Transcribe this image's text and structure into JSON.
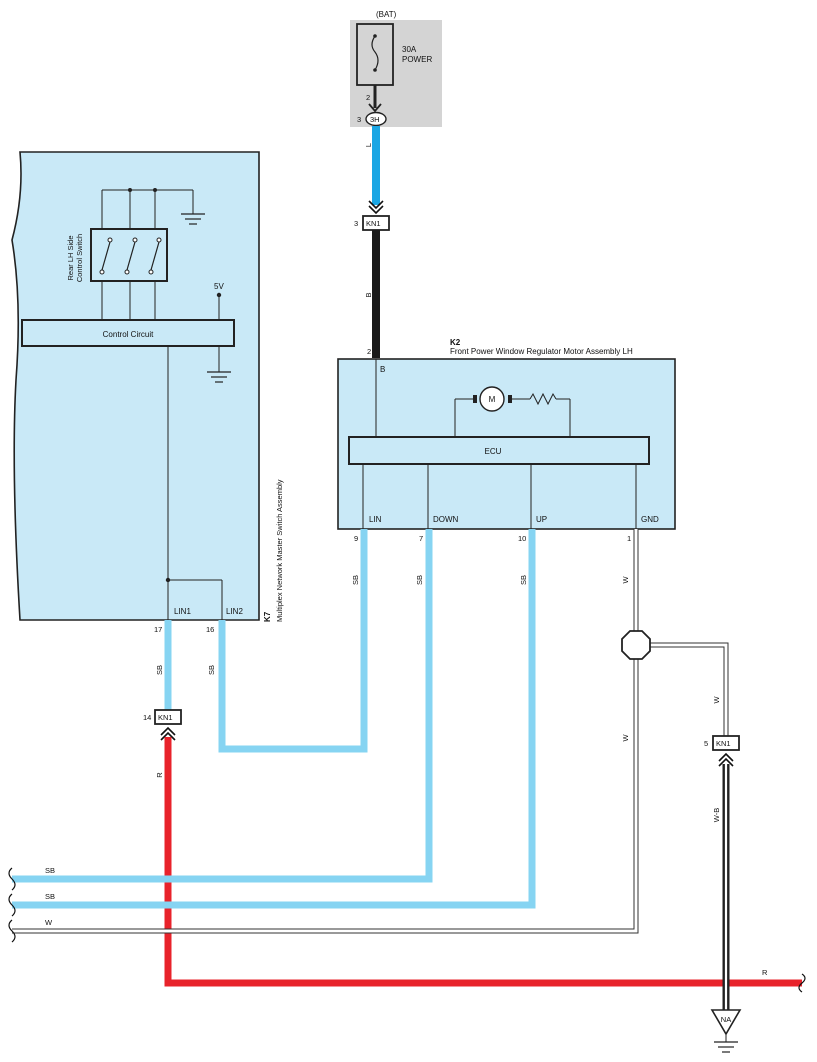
{
  "fuse": {
    "source": "(BAT)",
    "rating": "30A",
    "name": "POWER",
    "pin_out": "2",
    "connector": "3H",
    "connector_pin": "3"
  },
  "master_switch": {
    "code": "K7",
    "name": "Multiplex Network Master Switch Assembly",
    "switch_label_line1": "Rear LH Side",
    "switch_label_line2": "Control Switch",
    "control_circuit": "Control Circuit",
    "supply": "5V",
    "pins": [
      {
        "name": "LIN1",
        "number": "17"
      },
      {
        "name": "LIN2",
        "number": "16"
      }
    ]
  },
  "motor_assembly": {
    "code": "K2",
    "name": "Front Power Window Regulator Motor Assembly LH",
    "motor": "M",
    "ecu": "ECU",
    "b_pin_name": "B",
    "b_pin_number": "2",
    "pins": [
      {
        "name": "LIN",
        "number": "9"
      },
      {
        "name": "DOWN",
        "number": "7"
      },
      {
        "name": "UP",
        "number": "10"
      },
      {
        "name": "GND",
        "number": "1"
      }
    ]
  },
  "connectors": {
    "kn1_top": {
      "name": "KN1",
      "pin": "3"
    },
    "kn1_left": {
      "name": "KN1",
      "pin": "14"
    },
    "kn1_right": {
      "name": "KN1",
      "pin": "5"
    },
    "ground": "NA"
  },
  "wire_colors": {
    "fuse_to_kn1": "L",
    "kn1_to_motor": "B",
    "lin_9": "SB",
    "down_7": "SB",
    "up_10": "SB",
    "gnd_1": "W",
    "lin1_17": "SB",
    "lin2_16": "SB",
    "kn1_14_down": "R",
    "junction_down": "W",
    "junction_right": "W",
    "kn1_5_down": "W-B",
    "left_sb1": "SB",
    "left_sb2": "SB",
    "left_w": "W",
    "bottom_r": "R"
  },
  "colors": {
    "light_blue_wire": "#86d4f2",
    "blue_wire": "#1aa6e4",
    "red_wire": "#e8232b",
    "black_wire": "#1a1a1a",
    "component_fill": "#c9e9f7",
    "fuse_panel": "#d4d4d4"
  }
}
